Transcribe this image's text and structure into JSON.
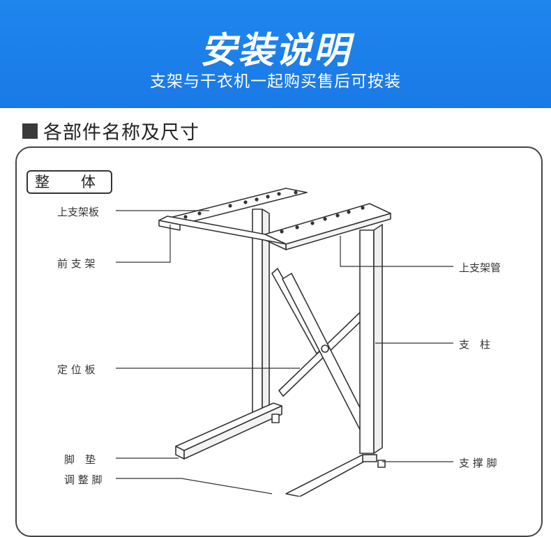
{
  "banner": {
    "title": "安装说明",
    "subtitle": "支架与干衣机一起购买售后可按装",
    "bg_color": "#1a7ee9"
  },
  "section": {
    "title": "各部件名称及尺寸",
    "marker": "square-bullet"
  },
  "diagram": {
    "tag": "整　体",
    "labels": {
      "upper_plate": "上支架板",
      "front_frame": "前 支 架",
      "upper_tube": "上支架管",
      "column": "支　柱",
      "positioning_plate": "定 位 板",
      "foot_pad": "脚　垫",
      "support_foot": "支 撑 脚",
      "adjust_foot": "调 整 脚"
    }
  }
}
